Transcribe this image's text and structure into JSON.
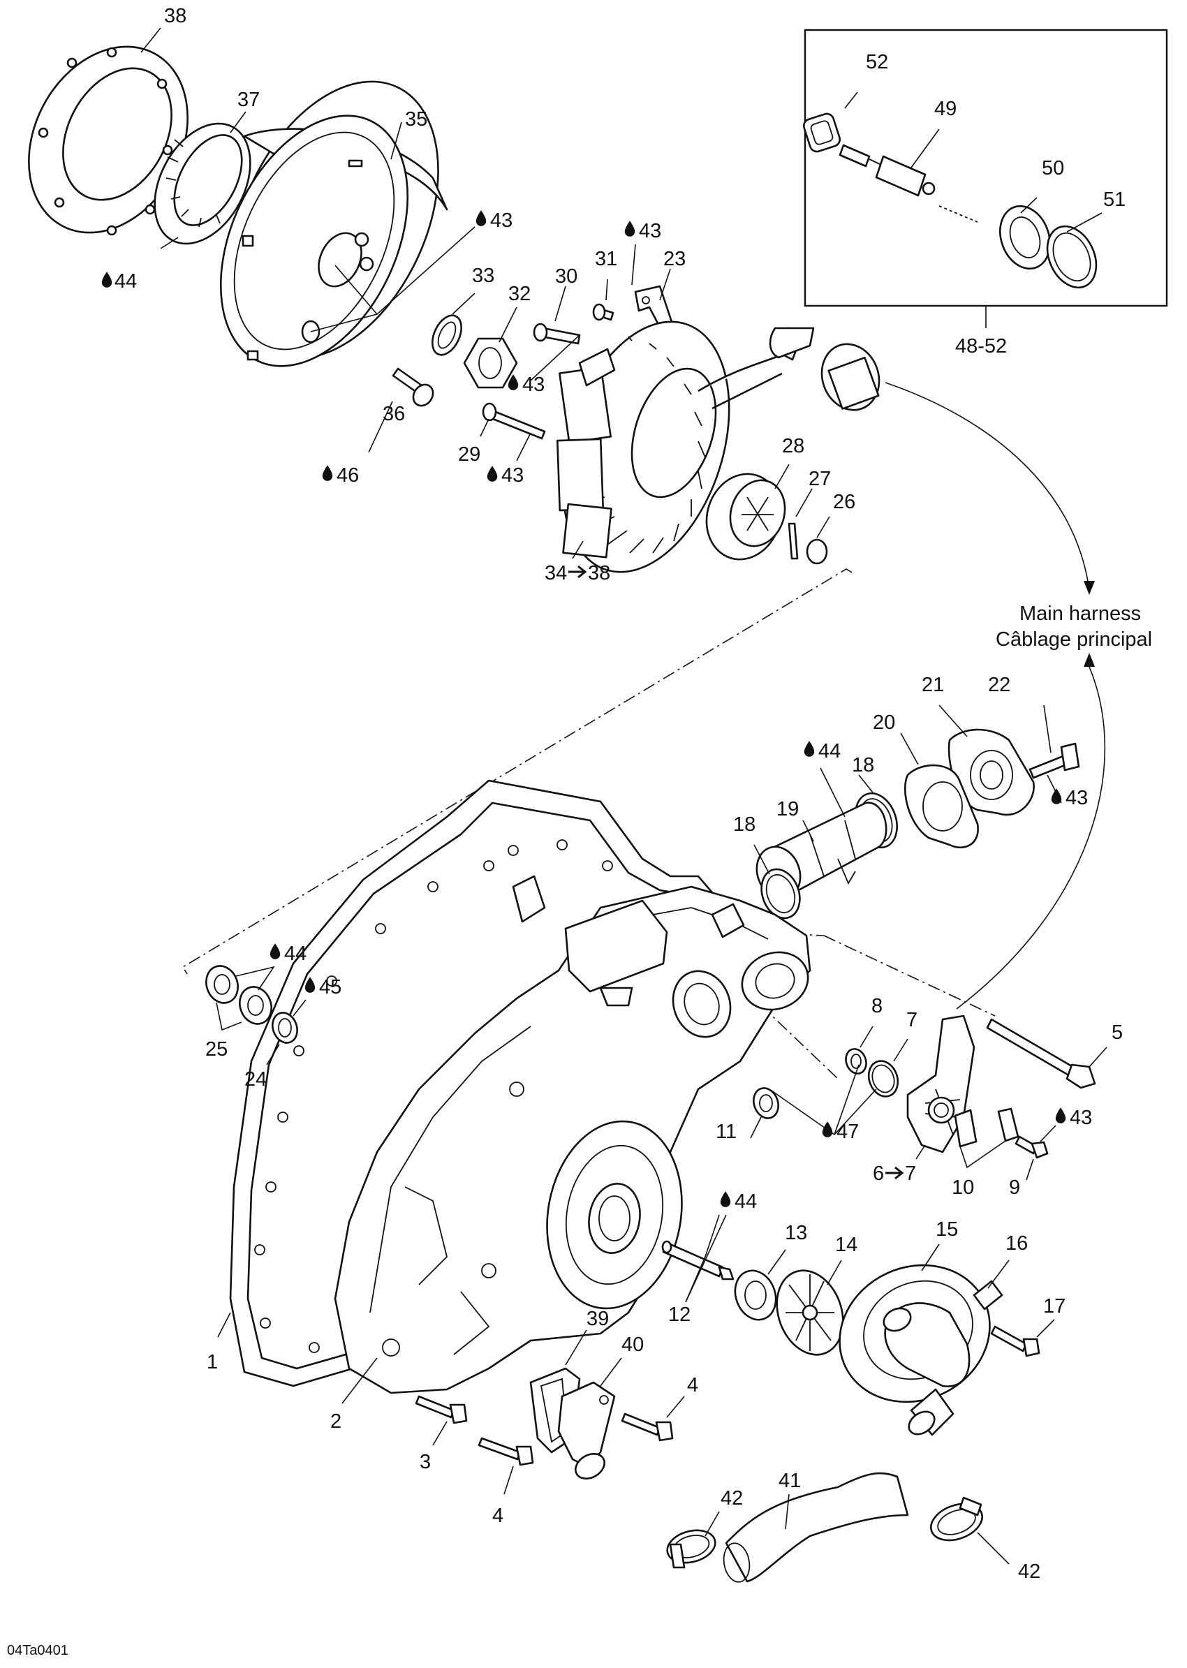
{
  "harness": {
    "line1": "Main harness",
    "line2": "Câblage principal"
  },
  "footer": {
    "code": "04Ta0401"
  },
  "callouts": {
    "p38": "38",
    "p37": "37",
    "p35": "35",
    "p52": "52",
    "p49": "49",
    "p50": "50",
    "p51": "51",
    "p48_52": "48-52",
    "p33": "33",
    "p32": "32",
    "p31": "31",
    "p30": "30",
    "p23": "23",
    "p36": "36",
    "p29": "29",
    "p28": "28",
    "p27": "27",
    "p26": "26",
    "p34_38": "34",
    "p22": "22",
    "p21": "21",
    "p20": "20",
    "p18a": "18",
    "p18b": "18",
    "p19": "19",
    "p8": "8",
    "p7": "7",
    "p5": "5",
    "p11": "11",
    "p6_7": "6",
    "p10": "10",
    "p9": "9",
    "p25": "25",
    "p24": "24",
    "p13": "13",
    "p14": "14",
    "p15": "15",
    "p16": "16",
    "p17": "17",
    "p12": "12",
    "p1": "1",
    "p2": "2",
    "p3": "3",
    "p4a": "4",
    "p4b": "4",
    "p39": "39",
    "p40": "40",
    "p41": "41",
    "p42a": "42",
    "p42b": "42"
  },
  "arrow_targets": {
    "t34_38": "38",
    "t6_7": "7"
  },
  "lubricants": {
    "l43a": "43",
    "l43b": "43",
    "l43c": "43",
    "l43d": "43",
    "l43e": "43",
    "l43f": "43",
    "l44a": "44",
    "l44b": "44",
    "l44c": "44",
    "l44d": "44",
    "l45": "45",
    "l46": "46",
    "l47": "47"
  }
}
